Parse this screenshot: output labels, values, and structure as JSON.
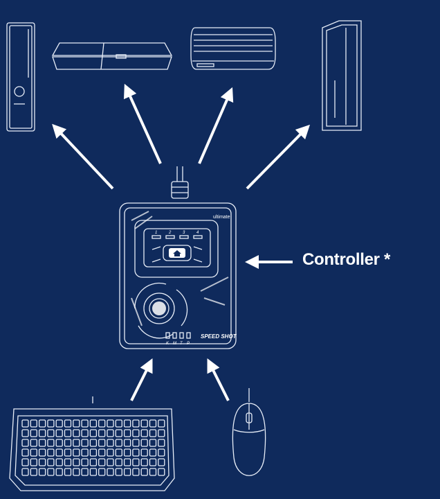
{
  "label": {
    "controller": "Controller *"
  },
  "device": {
    "brand": "ultimate",
    "slots": [
      "1",
      "2",
      "3",
      "4"
    ],
    "modes": [
      "K",
      "M",
      "T",
      "P"
    ],
    "logo": "SPEED SHOT"
  },
  "colors": {
    "background": "#0f2a5c",
    "lines": "#ffffff"
  }
}
